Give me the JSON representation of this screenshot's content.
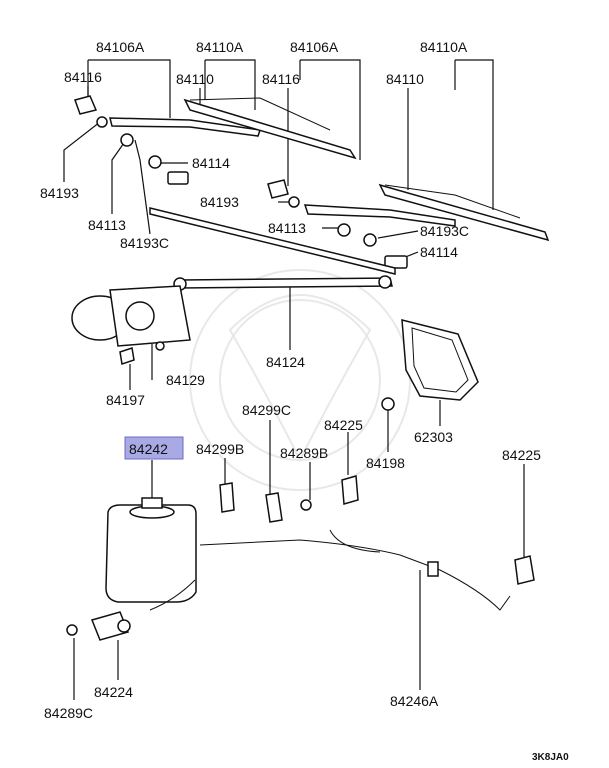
{
  "diagram": {
    "highlight_color": "#a9a9e6",
    "diagram_code": "3K8JA0",
    "labels": {
      "l84106A_left": "84106A",
      "l84110A_left": "84110A",
      "l84106A_right": "84106A",
      "l84110A_right": "84110A",
      "l84116_left": "84116",
      "l84110_left": "84110",
      "l84116_right": "84116",
      "l84110_right": "84110",
      "l84193_left": "84193",
      "l84114_top": "84114",
      "l84193_mid": "84193",
      "l84113_left": "84113",
      "l84193C_left": "84193C",
      "l84113_right": "84113",
      "l84193C_right": "84193C",
      "l84114_right": "84114",
      "l84124": "84124",
      "l84129": "84129",
      "l84197": "84197",
      "l84299C": "84299C",
      "l84225_mid": "84225",
      "l62303": "62303",
      "l84242": "84242",
      "l84299B": "84299B",
      "l84289B": "84289B",
      "l84198": "84198",
      "l84225_right": "84225",
      "l84224": "84224",
      "l84246A": "84246A",
      "l84289C": "84289C"
    }
  }
}
